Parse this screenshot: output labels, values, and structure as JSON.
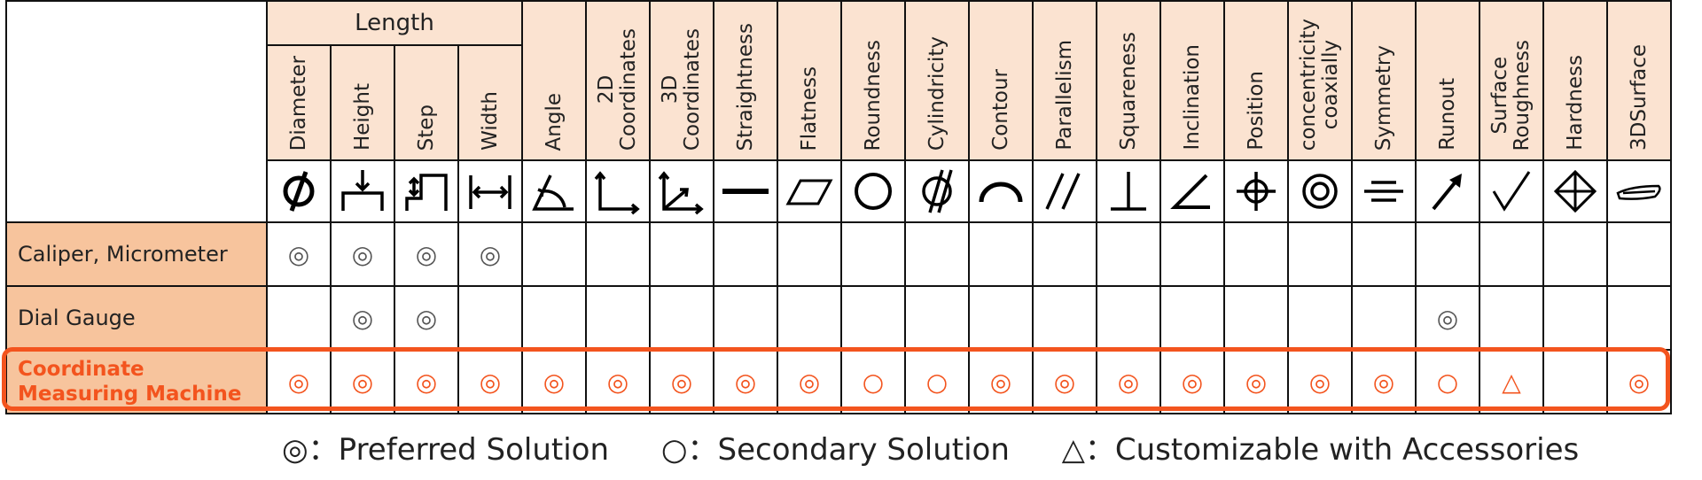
{
  "header": {
    "group_label": "Length",
    "columns": [
      {
        "label": "Diameter",
        "icon": "diameter-icon"
      },
      {
        "label": "Height",
        "icon": "height-icon"
      },
      {
        "label": "Step",
        "icon": "step-icon"
      },
      {
        "label": "Width",
        "icon": "width-icon"
      },
      {
        "label": "Angle",
        "icon": "angle-icon"
      },
      {
        "label": "2D\nCoordinates",
        "icon": "2d-coordinates-icon"
      },
      {
        "label": "3D\nCoordinates",
        "icon": "3d-coordinates-icon"
      },
      {
        "label": "Straightness",
        "icon": "straightness-icon"
      },
      {
        "label": "Flatness",
        "icon": "flatness-icon"
      },
      {
        "label": "Roundness",
        "icon": "roundness-icon"
      },
      {
        "label": "Cylindricity",
        "icon": "cylindricity-icon"
      },
      {
        "label": "Contour",
        "icon": "contour-icon"
      },
      {
        "label": "Parallelism",
        "icon": "parallelism-icon"
      },
      {
        "label": "Squareness",
        "icon": "squareness-icon"
      },
      {
        "label": "Inclination",
        "icon": "inclination-icon"
      },
      {
        "label": "Position",
        "icon": "position-icon"
      },
      {
        "label": "concentricity\ncoaxially",
        "icon": "concentricity-icon"
      },
      {
        "label": "Symmetry",
        "icon": "symmetry-icon"
      },
      {
        "label": "Runout",
        "icon": "runout-icon"
      },
      {
        "label": "Surface\nRoughness",
        "icon": "surface-roughness-icon"
      },
      {
        "label": "Hardness",
        "icon": "hardness-icon"
      },
      {
        "label": "3DSurface",
        "icon": "3dsurface-icon"
      }
    ]
  },
  "rows": [
    {
      "label": "Caliper, Micrometer",
      "highlight": false,
      "cells": [
        "◎",
        "◎",
        "◎",
        "◎",
        "",
        "",
        "",
        "",
        "",
        "",
        "",
        "",
        "",
        "",
        "",
        "",
        "",
        "",
        "",
        "",
        "",
        ""
      ]
    },
    {
      "label": "Dial Gauge",
      "highlight": false,
      "cells": [
        "",
        "◎",
        "◎",
        "",
        "",
        "",
        "",
        "",
        "",
        "",
        "",
        "",
        "",
        "",
        "",
        "",
        "",
        "",
        "◎",
        "",
        "",
        ""
      ]
    },
    {
      "label": "Coordinate\nMeasuring Machine",
      "highlight": true,
      "cells": [
        "◎",
        "◎",
        "◎",
        "◎",
        "◎",
        "◎",
        "◎",
        "◎",
        "◎",
        "○",
        "○",
        "◎",
        "◎",
        "◎",
        "◎",
        "◎",
        "◎",
        "◎",
        "○",
        "△",
        "",
        "◎"
      ]
    }
  ],
  "legend": {
    "preferred": "◎：Preferred Solution",
    "secondary": "○：Secondary Solution",
    "customizable": "△：Customizable with Accessories"
  },
  "colors": {
    "accent": "#f3541e",
    "header_bg": "#fbe3d1",
    "row_label_bg": "#f7c49d"
  }
}
